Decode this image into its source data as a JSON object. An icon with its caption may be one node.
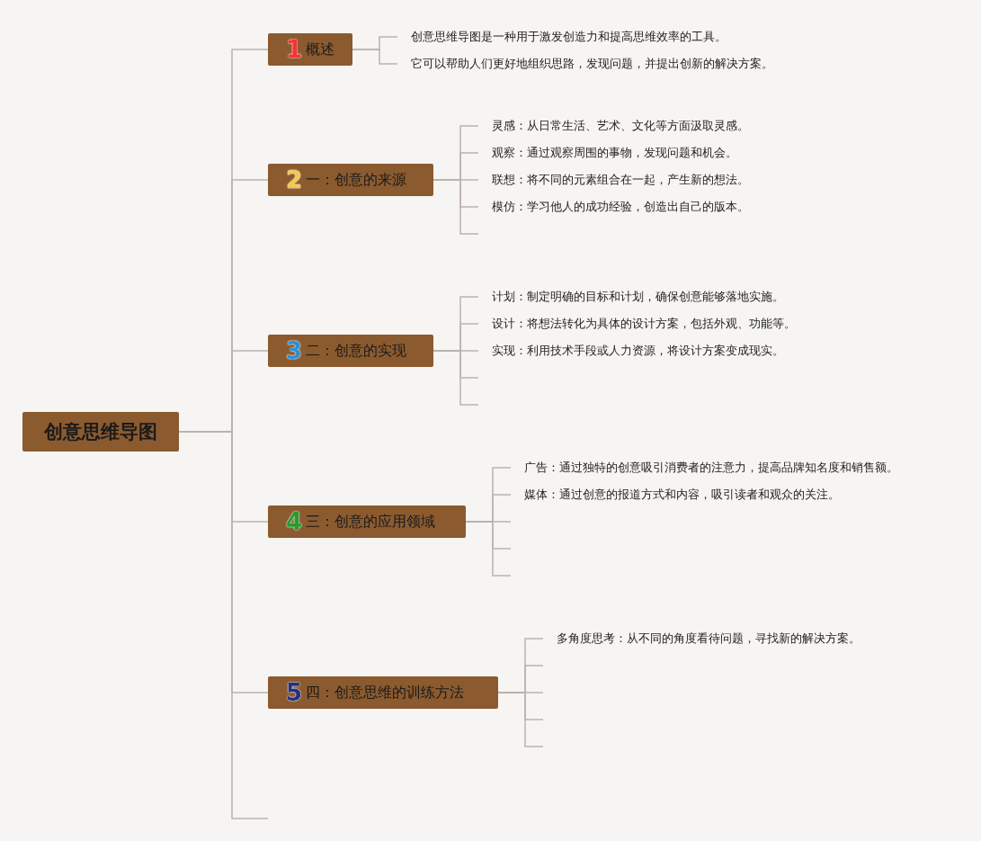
{
  "diagram": {
    "nodes": [
      {
        "text": [
          "创意思维导图"
        ]
      },
      {
        "text": [
          "1",
          "概述"
        ]
      },
      {
        "text": [
          "创意思维导图是一种用于激发创造力和提高思维效率的工具。"
        ]
      },
      {
        "text": [
          "它可以帮助人们更好地组织思路，发现问题，并提出创新的解决方案。"
        ]
      },
      {
        "text": [
          "2",
          "一：创意的来源"
        ]
      },
      {
        "text": [
          "灵感：从日常生活、艺术、文化等方面汲取灵感。"
        ]
      },
      {
        "text": [
          "观察：通过观察周围的事物，发现问题和机会。"
        ]
      },
      {
        "text": [
          "联想：将不同的元素组合在一起，产生新的想法。"
        ]
      },
      {
        "text": [
          "模仿：学习他人的成功经验，创造出自己的版本。"
        ]
      },
      {
        "text": [
          "3",
          "二：创意的实现"
        ]
      },
      {
        "text": [
          "计划：制定明确的目标和计划，确保创意能够落地实施。"
        ]
      },
      {
        "text": [
          "设计：将想法转化为具体的设计方案，包括外观、功能等。"
        ]
      },
      {
        "text": [
          "实现：利用技术手段或人力资源，将设计方案变成现实。"
        ]
      },
      {
        "text": [
          "4",
          "三：创意的应用领域"
        ]
      },
      {
        "text": [
          "广告：通过独特的创意吸引消费者的注意力，提高品牌知名度和销售额。"
        ]
      },
      {
        "text": [
          "媒体：通过创意的报道方式和内容，吸引读者和观众的关注。"
        ]
      },
      {
        "text": [
          "5",
          "四：创意思维的训练方法"
        ]
      },
      {
        "text": [
          "多角度思考：从不同的角度看待问题，寻找新的解决方案。"
        ]
      }
    ],
    "edges": [
      {
        "from": 0,
        "to": 1,
        "arrow": "none"
      },
      {
        "from": 0,
        "to": 4,
        "arrow": "none"
      },
      {
        "from": 0,
        "to": 9,
        "arrow": "none"
      },
      {
        "from": 0,
        "to": 13,
        "arrow": "none"
      },
      {
        "from": 0,
        "to": 16,
        "arrow": "none"
      },
      {
        "from": 0,
        "to": null,
        "arrow": "none"
      },
      {
        "from": 1,
        "to": 2,
        "arrow": "none"
      },
      {
        "from": 1,
        "to": 3,
        "arrow": "none"
      },
      {
        "from": 4,
        "to": 5,
        "arrow": "none"
      },
      {
        "from": 4,
        "to": 6,
        "arrow": "none"
      },
      {
        "from": 4,
        "to": 7,
        "arrow": "none"
      },
      {
        "from": 4,
        "to": 8,
        "arrow": "none"
      },
      {
        "from": 4,
        "to": null,
        "arrow": "none"
      },
      {
        "from": 9,
        "to": 10,
        "arrow": "none"
      },
      {
        "from": 9,
        "to": 11,
        "arrow": "none"
      },
      {
        "from": 9,
        "to": 12,
        "arrow": "none"
      },
      {
        "from": 9,
        "to": null,
        "arrow": "none"
      },
      {
        "from": 9,
        "to": null,
        "arrow": "none"
      },
      {
        "from": 13,
        "to": 14,
        "arrow": "none"
      },
      {
        "from": 13,
        "to": 15,
        "arrow": "none"
      },
      {
        "from": 13,
        "to": null,
        "arrow": "none"
      },
      {
        "from": 13,
        "to": null,
        "arrow": "none"
      },
      {
        "from": 13,
        "to": null,
        "arrow": "none"
      },
      {
        "from": 16,
        "to": 17,
        "arrow": "none"
      },
      {
        "from": 16,
        "to": null,
        "arrow": "none"
      },
      {
        "from": 16,
        "to": null,
        "arrow": "none"
      },
      {
        "from": 16,
        "to": null,
        "arrow": "none"
      },
      {
        "from": 16,
        "to": null,
        "arrow": "none"
      }
    ]
  }
}
